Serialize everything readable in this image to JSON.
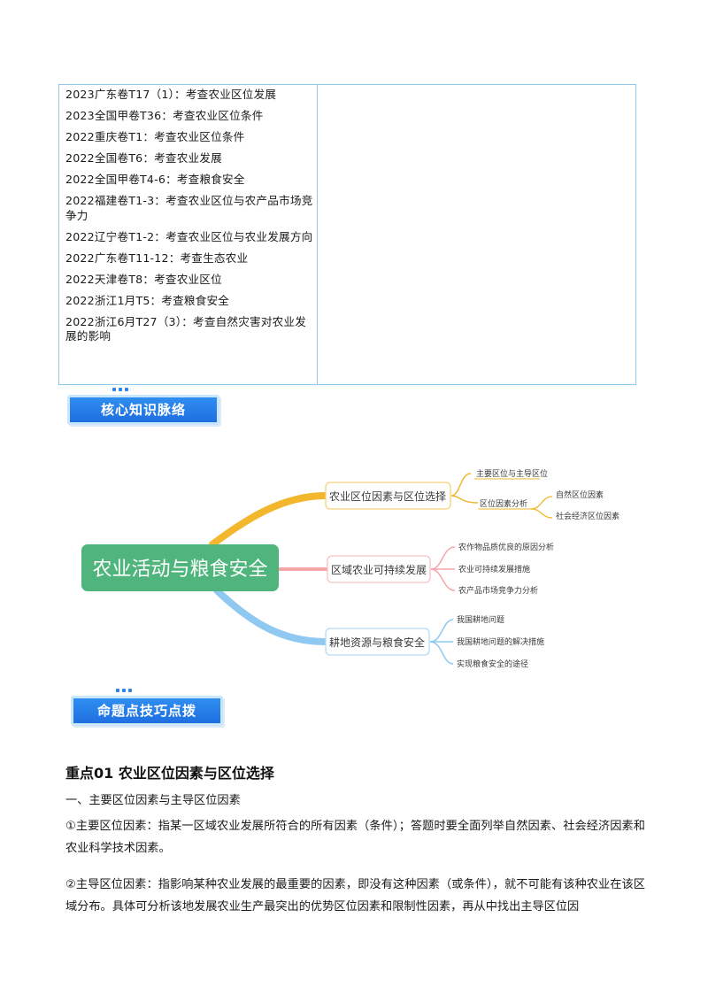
{
  "exam_table": {
    "items": [
      "2023广东卷T17（1）：考查农业区位发展",
      "2023全国甲卷T36：考查农业区位条件",
      "2022重庆卷T1：考查农业区位条件",
      "2022全国卷T6：考查农业发展",
      "2022全国甲卷T4-6：考查粮食安全",
      "2022福建卷T1-3：考查农业区位与农产品市场竞争力",
      "2022辽宁卷T1-2：考查农业区位与农业发展方向",
      "2022广东卷T11-12：考查生态农业",
      "2022天津卷T8：考查农业区位",
      "2022浙江1月T5：考查粮食安全",
      "2022浙江6月T27（3）：考查自然灾害对农业发展的影响"
    ]
  },
  "badges": {
    "core_knowledge": "核心知识脉络",
    "exam_tips": "命题点技巧点拨"
  },
  "mindmap": {
    "center": "农业活动与粮食安全",
    "branches": [
      {
        "label": "农业区位因素与区位选择",
        "color": "#f2b72c",
        "children": [
          "主要区位与主导区位",
          "区位因素分析"
        ],
        "grandchildren": [
          "自然区位因素",
          "社会经济区位因素"
        ]
      },
      {
        "label": "区域农业可持续发展",
        "color": "#f4a6ab",
        "children": [
          "农作物品质优良的原因分析",
          "农业可持续发展措施",
          "农产品市场竞争力分析"
        ]
      },
      {
        "label": "耕地资源与粮食安全",
        "color": "#8fc8f0",
        "children": [
          "我国耕地问题",
          "我国耕地问题的解决措施",
          "实现粮食安全的途径"
        ]
      }
    ]
  },
  "content": {
    "heading": "重点01 农业区位因素与区位选择",
    "subheading": "一、主要区位因素与主导区位因素",
    "para1": "①主要区位因素：指某一区域农业发展所符合的所有因素（条件）；答题时要全面列举自然因素、社会经济因素和农业科学技术因素。",
    "para2": "②主导区位因素：指影响某种农业发展的最重要的因素，即没有这种因素（或条件），就不可能有该种农业在该区域分布。具体可分析该地发展农业生产最突出的优势区位因素和限制性因素，再从中找出主导区位因"
  }
}
